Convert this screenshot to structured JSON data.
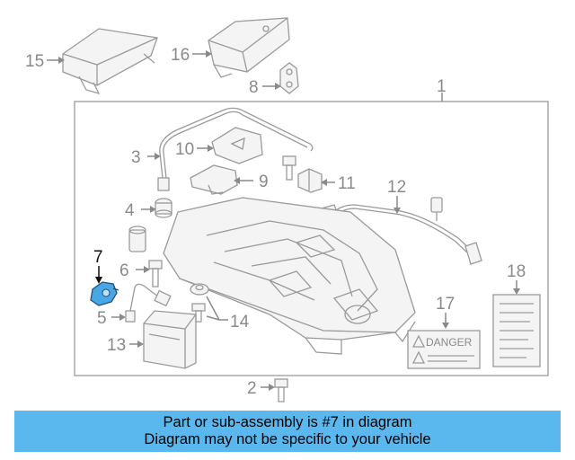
{
  "colors": {
    "banner_background": "#5bb8ee",
    "highlight_part": "#4aa7e6",
    "line_gray": "#9a9a9a"
  },
  "labels": {
    "p1": "1",
    "p2": "2",
    "p3": "3",
    "p4": "4",
    "p5": "5",
    "p6": "6",
    "p7": "7",
    "p8": "8",
    "p9": "9",
    "p10": "10",
    "p11": "11",
    "p12": "12",
    "p13": "13",
    "p14": "14",
    "p15": "15",
    "p16": "16",
    "p17": "17",
    "p18": "18"
  },
  "danger_label": "DANGER",
  "banner": {
    "line1": "Part or sub-assembly is #7 in diagram",
    "line2": "Diagram may not be specific to your vehicle"
  }
}
